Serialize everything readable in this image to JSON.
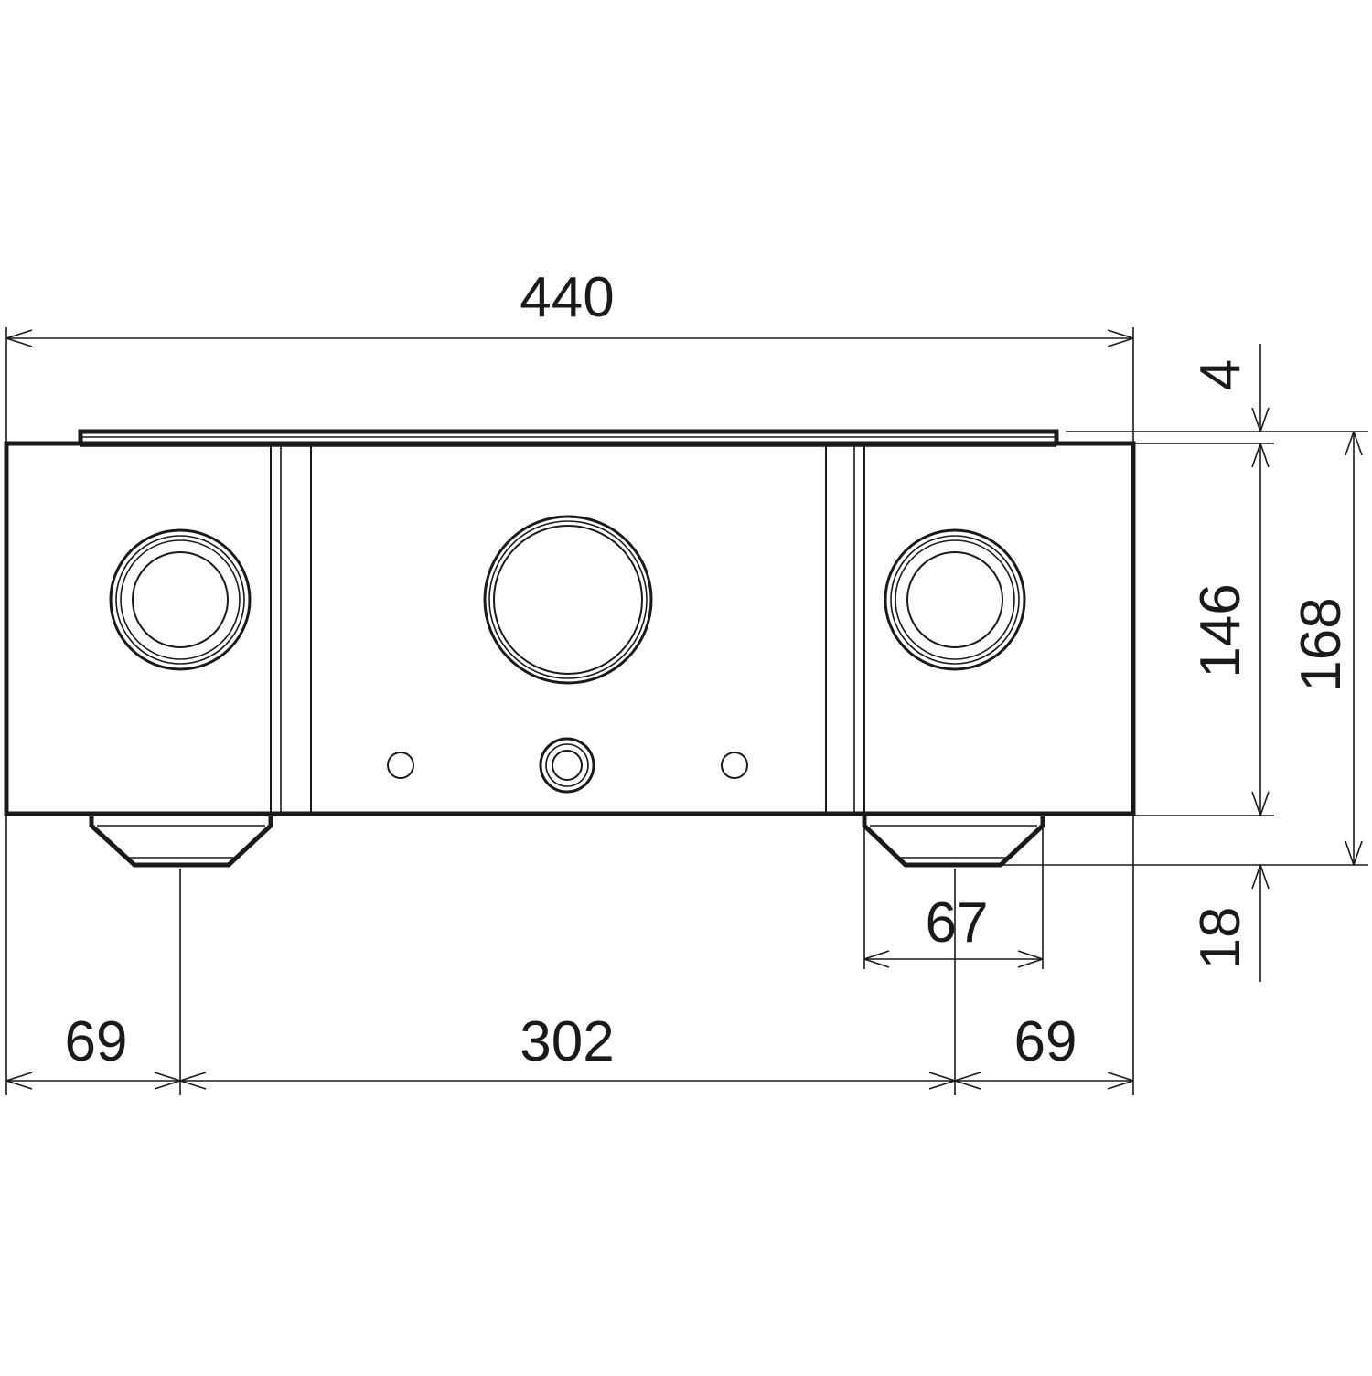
{
  "dimensions": {
    "overall_width": "440",
    "top_plate": "4",
    "body_height": "146",
    "overall_height": "168",
    "foot_height": "18",
    "foot_width": "67",
    "left_offset": "69",
    "foot_spacing": "302",
    "right_offset": "69"
  },
  "colors": {
    "line": "#1a1a1a",
    "background": "#ffffff"
  }
}
